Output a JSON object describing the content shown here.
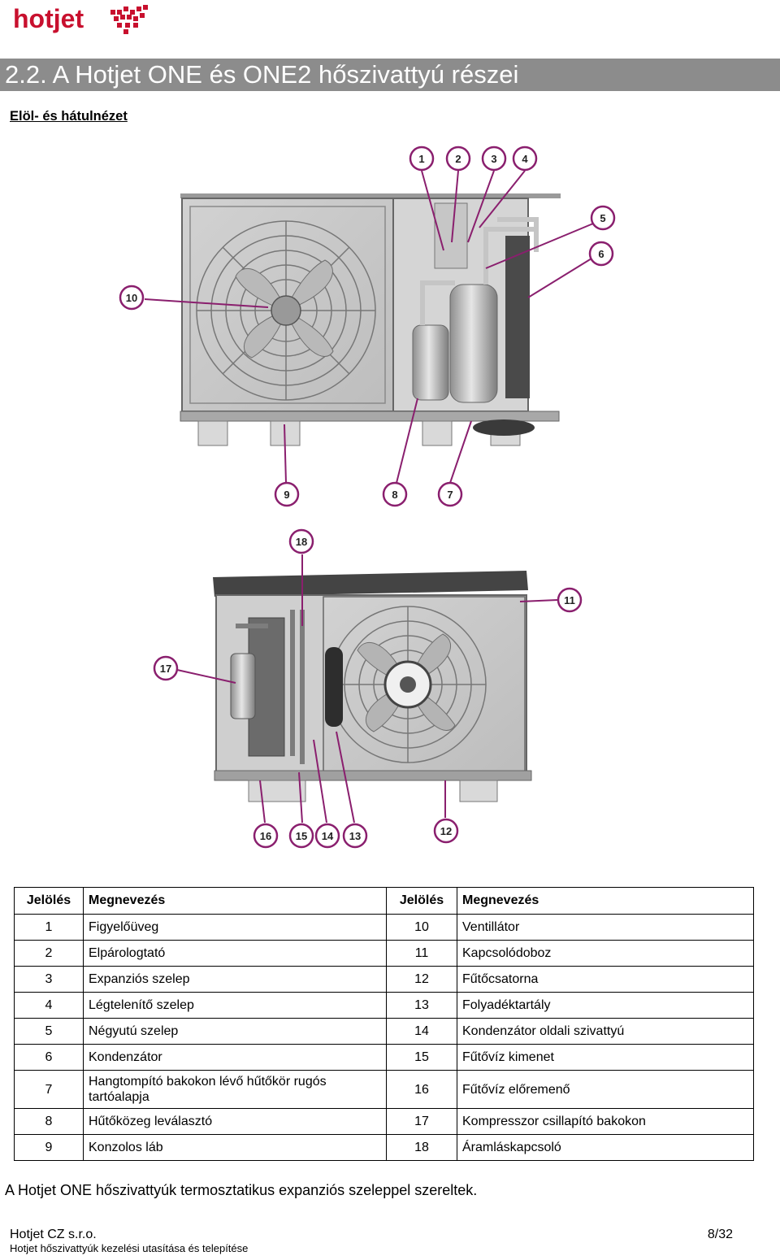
{
  "brand": {
    "name": "hotjet",
    "color": "#c8102e"
  },
  "section_title": "2.2. A Hotjet ONE és ONE2 hőszivattyú részei",
  "subtitle": "Elöl- és hátulnézet",
  "callouts": [
    "1",
    "2",
    "3",
    "4",
    "5",
    "6",
    "7",
    "8",
    "9",
    "10",
    "11",
    "12",
    "13",
    "14",
    "15",
    "16",
    "17",
    "18"
  ],
  "table": {
    "headers": {
      "code1": "Jelölés",
      "name1": "Megnevezés",
      "code2": "Jelölés",
      "name2": "Megnevezés"
    },
    "rows": [
      {
        "c1": "1",
        "n1": "Figyelőüveg",
        "c2": "10",
        "n2": "Ventillátor"
      },
      {
        "c1": "2",
        "n1": "Elpárologtató",
        "c2": "11",
        "n2": "Kapcsolódoboz"
      },
      {
        "c1": "3",
        "n1": "Expanziós szelep",
        "c2": "12",
        "n2": "Fűtőcsatorna"
      },
      {
        "c1": "4",
        "n1": "Légtelenítő szelep",
        "c2": "13",
        "n2": "Folyadéktartály"
      },
      {
        "c1": "5",
        "n1": "Négyutú szelep",
        "c2": "14",
        "n2": "Kondenzátor oldali szivattyú"
      },
      {
        "c1": "6",
        "n1": "Kondenzátor",
        "c2": "15",
        "n2": "Fűtővíz kimenet"
      },
      {
        "c1": "7",
        "n1": "Hangtompító bakokon lévő hűtőkör rugós tartóalapja",
        "c2": "16",
        "n2": "Fűtővíz előremenő"
      },
      {
        "c1": "8",
        "n1": "Hűtőközeg leválasztó",
        "c2": "17",
        "n2": "Kompresszor csillapító bakokon"
      },
      {
        "c1": "9",
        "n1": "Konzolos láb",
        "c2": "18",
        "n2": "Áramláskapcsoló"
      }
    ]
  },
  "note": "A Hotjet ONE hőszivattyúk termosztatikus expanziós szeleppel szereltek.",
  "footer": {
    "company": "Hotjet CZ s.r.o.",
    "doc_title": "Hotjet hőszivattyúk kezelési utasítása és telepítése",
    "page": "8/32"
  }
}
